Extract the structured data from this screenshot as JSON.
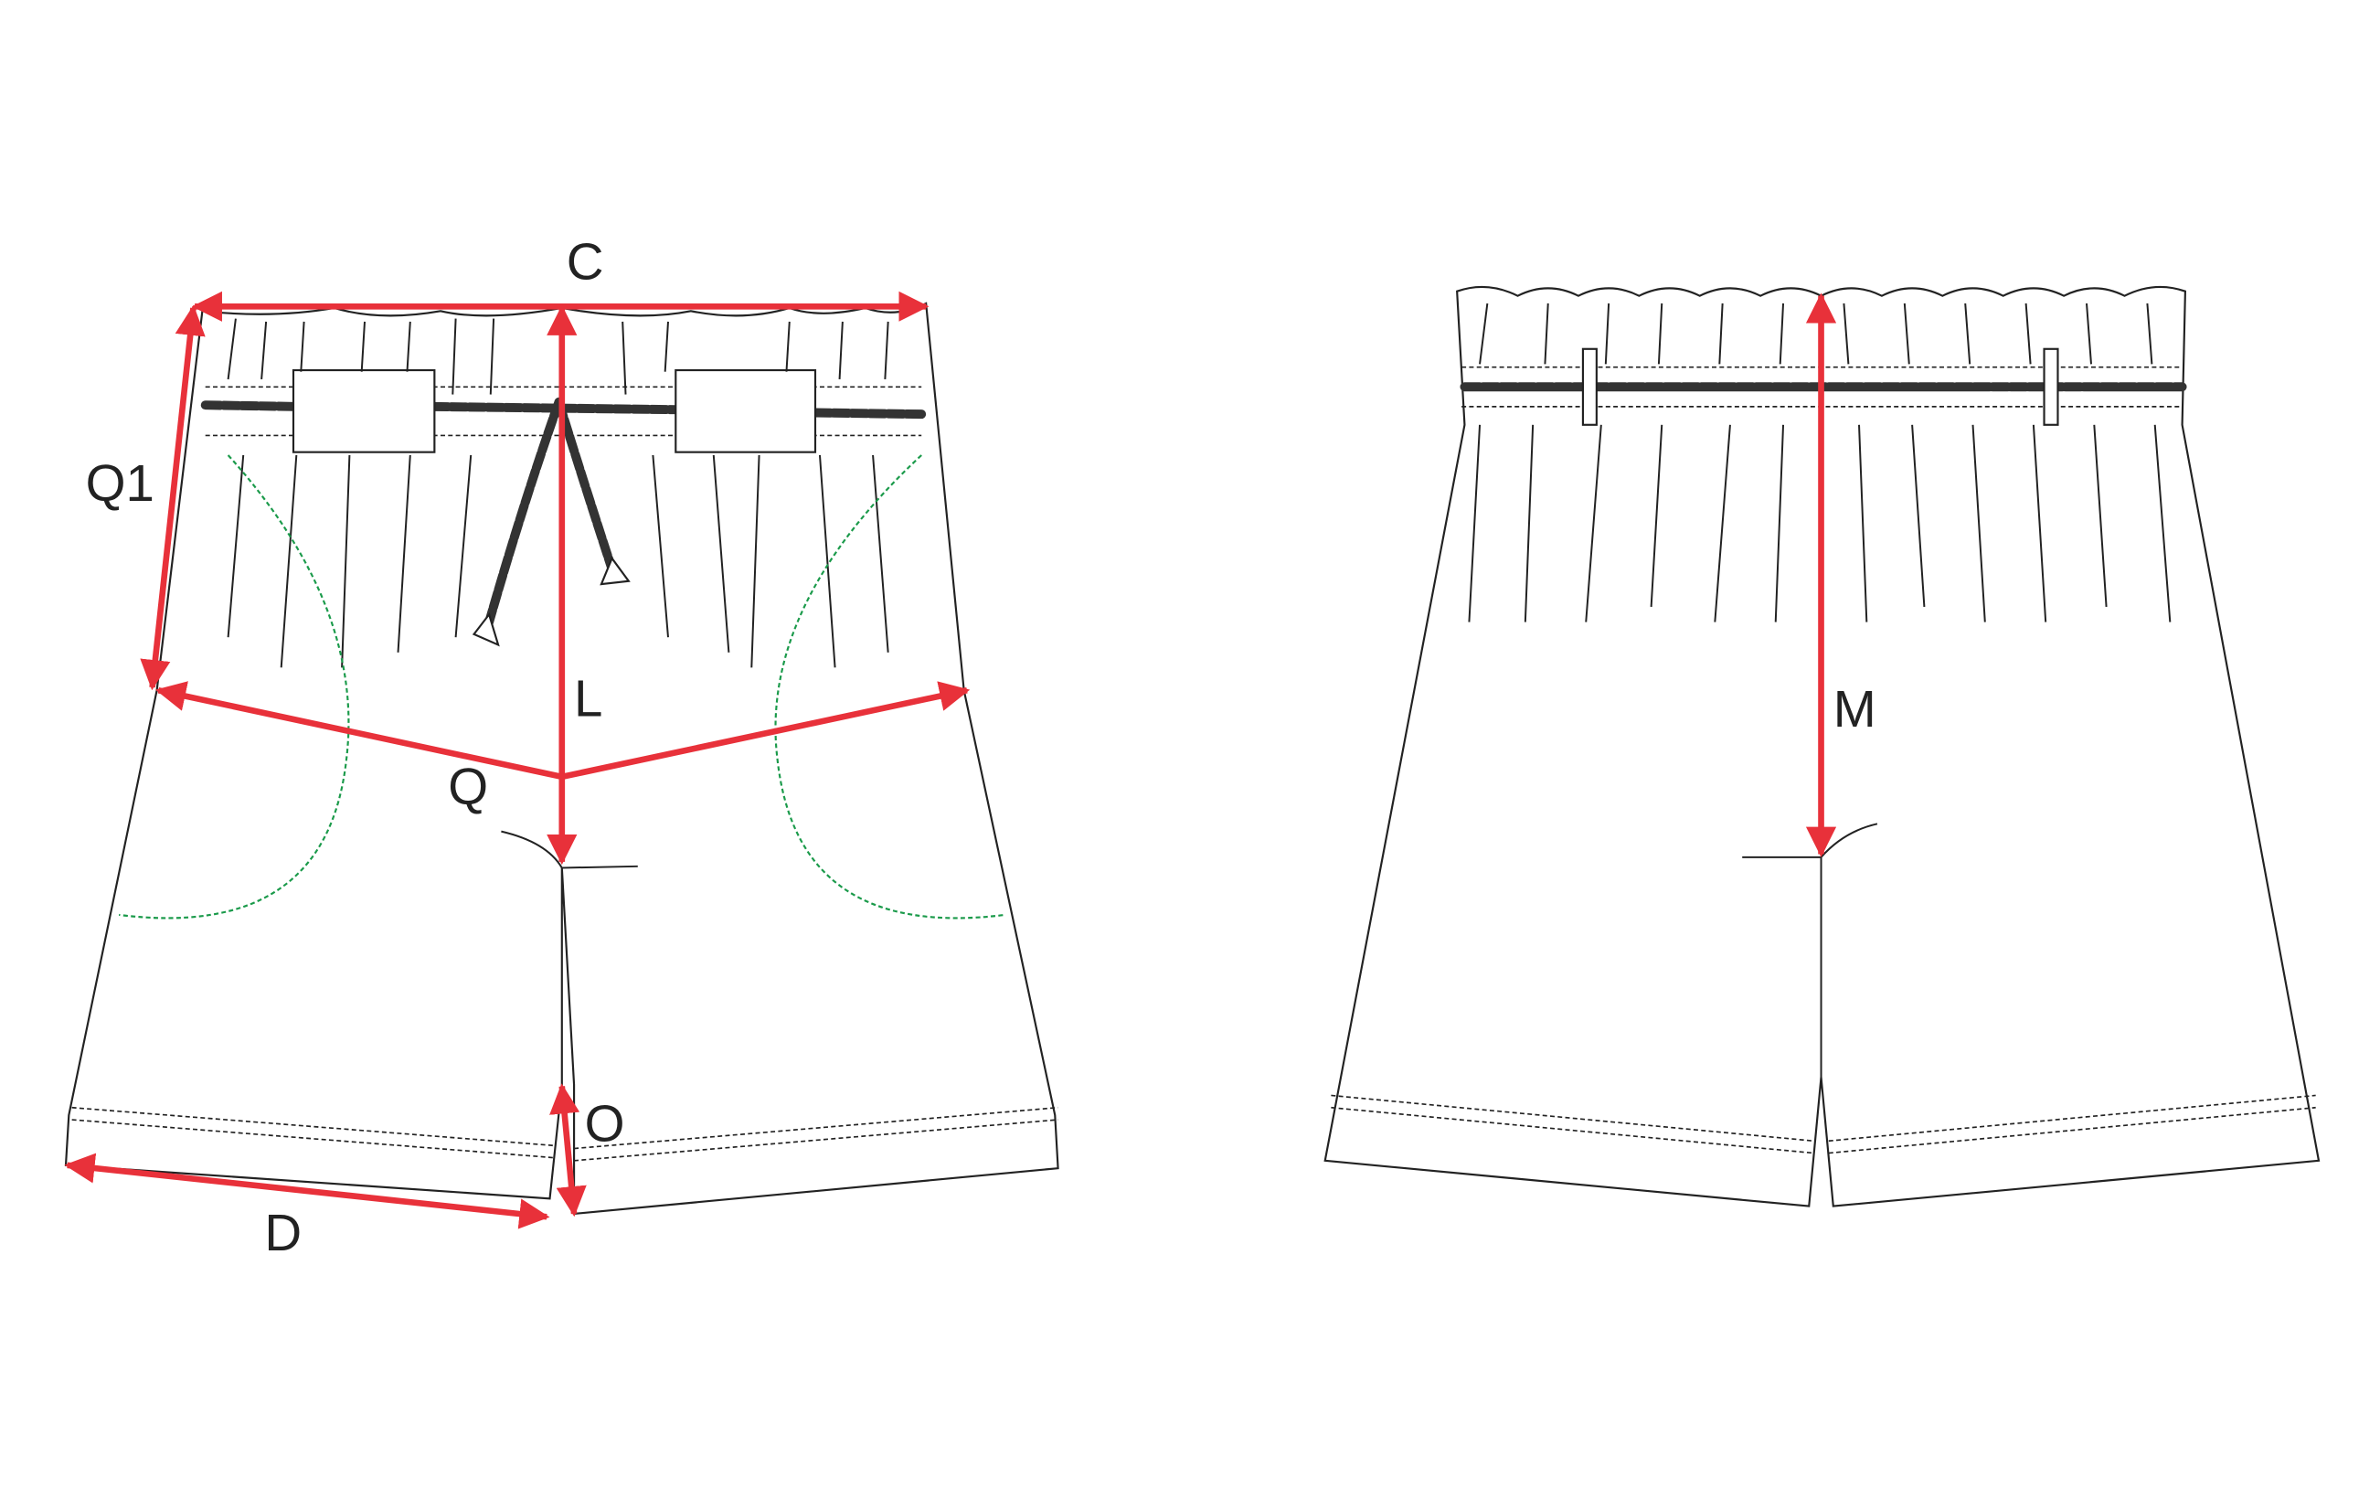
{
  "front_view": {
    "labels": {
      "C": "C",
      "Q1": "Q1",
      "L": "L",
      "Q": "Q",
      "O": "O",
      "D": "D"
    }
  },
  "back_view": {
    "labels": {
      "M": "M"
    }
  },
  "colors": {
    "measure_arrow": "#e8313a",
    "pocket_stitch": "#1a9a4a",
    "outline": "#222222"
  }
}
